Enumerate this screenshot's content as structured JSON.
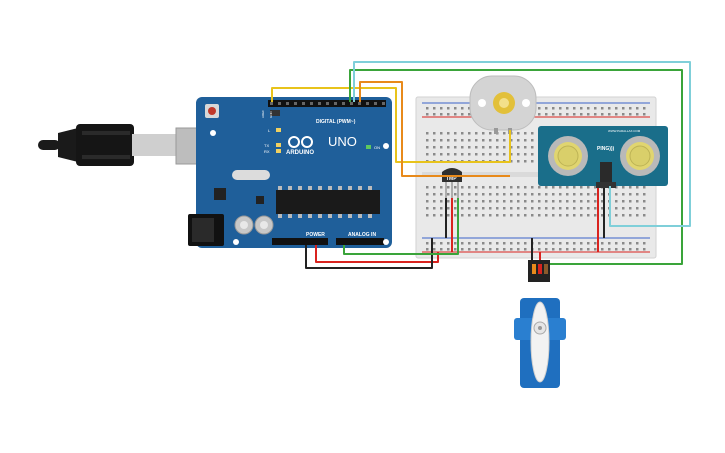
{
  "arduino": {
    "brand": "ARDUINO",
    "model": "UNO",
    "on_label": "ON",
    "digital_label": "DIGITAL (PWM~)",
    "power_label": "POWER",
    "analog_label": "ANALOG IN",
    "aref_label": "AREF",
    "gnd_label": "GND",
    "l_label": "L",
    "tx_label": "TX",
    "rx_label": "RX",
    "board_color": "#1f5f9a"
  },
  "sensor": {
    "part_label": "TMP",
    "body_color": "#2f2f2f"
  },
  "ping": {
    "brand": "WWW.PARALLAX.COM",
    "name": "PING)))",
    "board_color": "#1a6e8a"
  },
  "wires": {
    "yellow": "#e8c31b",
    "orange": "#e88a1b",
    "green": "#3aa43a",
    "cyan": "#7fcfd9",
    "red": "#d9231f",
    "black": "#222222"
  }
}
